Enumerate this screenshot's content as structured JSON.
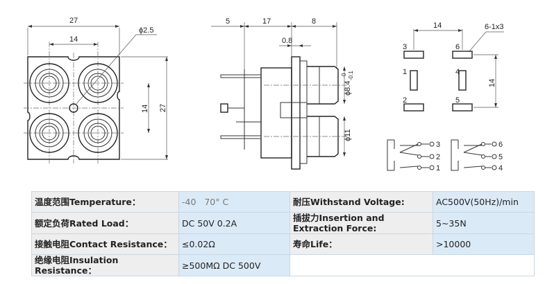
{
  "drawing": {
    "front": {
      "dim_width": "27",
      "dim_hole_spacing_h": "14",
      "dim_hole_dia": "ϕ2.5",
      "dim_height": "27",
      "dim_hole_spacing_v": "14"
    },
    "side": {
      "dim_a": "5",
      "dim_b": "17",
      "dim_c": "8",
      "dim_d": "0.8",
      "dim_plug": "ϕ8.4",
      "dim_tol_upper": "0",
      "dim_tol_lower": "-0.1",
      "dim_body": "ϕ11"
    },
    "pcb": {
      "dim_spacing_h": "14",
      "dim_slot": "6-1x3",
      "dim_spacing_v": "14",
      "pins": [
        "3",
        "6",
        "1",
        "4",
        "2",
        "5"
      ]
    },
    "schematic": {
      "left_pins": [
        "3",
        "2",
        "1"
      ],
      "right_pins": [
        "6",
        "5",
        "4"
      ]
    }
  },
  "specs": {
    "rows": [
      {
        "label_left": "温度范围Temperature：",
        "value_left": "-40   70° C",
        "label_right": "耐压Withstand Voltage:",
        "value_right": "AC500V(50Hz)/min"
      },
      {
        "label_left": "额定负荷Rated Load：",
        "value_left": "DC 50V 0.2A",
        "label_right": "插拔力Insertion and Extraction Force:",
        "value_right": "5~35N"
      },
      {
        "label_left": "接触电阻Contact Resistance：",
        "value_left": "≤0.02Ω",
        "label_right": "寿命Life：",
        "value_right": ">10000"
      },
      {
        "label_left": "绝缘电阻Insulation Resistance：",
        "value_left": "≥500MΩ DC 500V",
        "label_right": "",
        "value_right": ""
      }
    ]
  }
}
